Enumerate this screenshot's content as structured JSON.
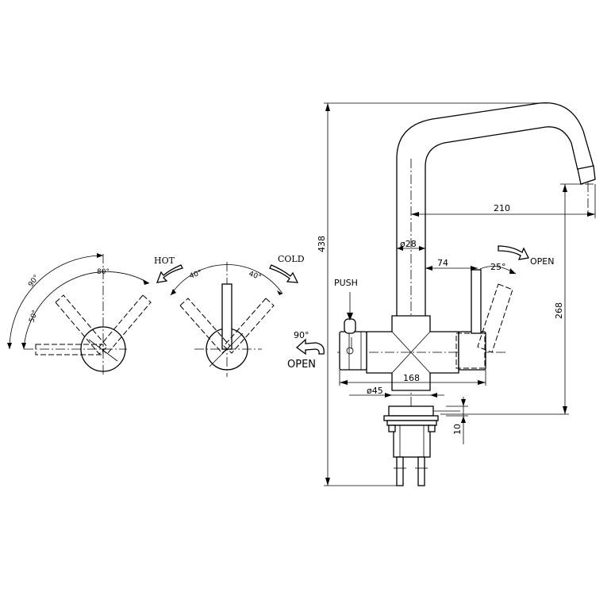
{
  "left_view": {
    "angle_outer": "90°",
    "angle_inner": "50°",
    "angle_top": "80°"
  },
  "middle_view": {
    "hot_label": "HOT",
    "cold_label": "COLD",
    "angle_left": "40°",
    "angle_right": "40°"
  },
  "side_view": {
    "push_label": "PUSH",
    "open_label_right": "OPEN",
    "open_label_left": "OPEN",
    "angle_open_right": "25°",
    "angle_open_left": "90°",
    "dim_total_height": "438",
    "dim_spout_reach": "210",
    "dim_spout_height": "268",
    "dim_tube_diameter": "ø28",
    "dim_handle_offset": "74",
    "dim_body_width": "168",
    "dim_body_diameter": "ø45",
    "dim_base": "10"
  }
}
